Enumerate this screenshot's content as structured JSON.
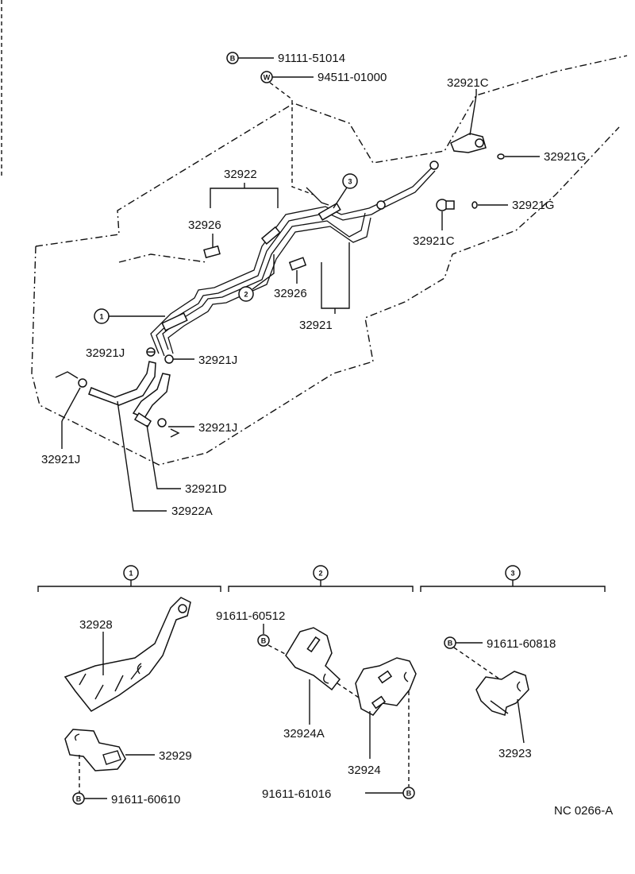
{
  "labels": {
    "bolt_top": "91111-51014",
    "washer_top": "94511-01000",
    "p32921c_top": "32921C",
    "p32921g_top": "32921G",
    "p32922": "32922",
    "p32926_left": "32926",
    "p32921g_mid": "32921G",
    "p32921c_mid": "32921C",
    "p32926_mid": "32926",
    "p32921": "32921",
    "p32921j_a": "32921J",
    "p32921j_b": "32921J",
    "p32921j_c": "32921J",
    "p32921j_d": "32921J",
    "p32921d": "32921D",
    "p32922a": "32922A",
    "p32928": "32928",
    "p32929": "32929",
    "bolt_1": "91611-60610",
    "bolt_2a": "91611-60512",
    "p32924a": "32924A",
    "p32924": "32924",
    "bolt_2b": "91611-61016",
    "bolt_3": "91611-60818",
    "p32923": "32923",
    "figure_code": "NC  0266-A"
  },
  "callouts": {
    "c1": "1",
    "c2": "2",
    "c3": "3",
    "s1": "1",
    "s2": "2",
    "s3": "3"
  },
  "markers": {
    "bolt": "B",
    "washer": "W"
  }
}
